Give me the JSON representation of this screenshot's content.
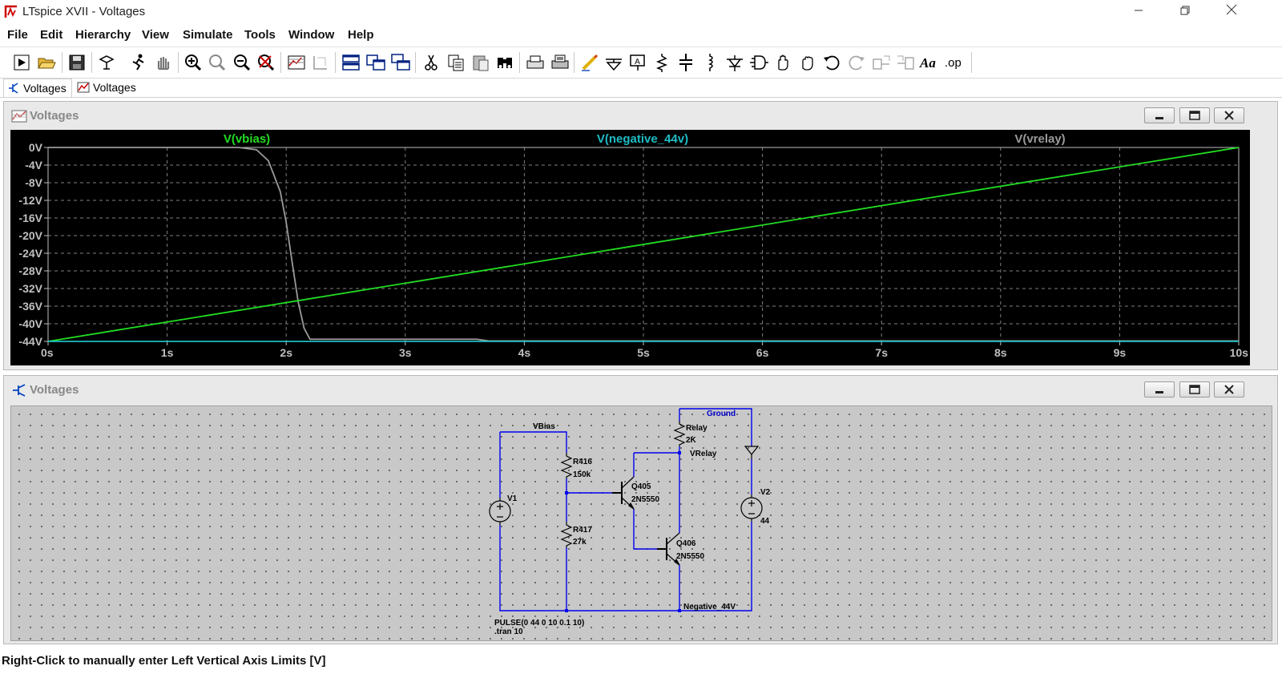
{
  "window": {
    "title": "LTspice XVII - Voltages"
  },
  "menu": [
    "File",
    "Edit",
    "Hierarchy",
    "View",
    "Simulate",
    "Tools",
    "Window",
    "Help"
  ],
  "toolbar_icons": [
    "run-icon",
    "open-icon",
    "save-icon",
    "control-panel-icon",
    "run-sim-icon",
    "pan-icon",
    "zoom-in-icon",
    "zoom-area-icon",
    "zoom-out-icon",
    "zoom-fit-icon",
    "autorange-icon",
    "grid-icon",
    "tile-horizontal-icon",
    "tile-vertical-icon",
    "cascade-icon",
    "cut-icon",
    "copy-icon",
    "paste-icon",
    "find-icon",
    "print-setup-icon",
    "print-icon",
    "draw-wire-icon",
    "ground-icon",
    "label-icon",
    "resistor-icon",
    "capacitor-icon",
    "inductor-icon",
    "diode-icon",
    "component-icon",
    "move-icon",
    "drag-icon",
    "undo-icon",
    "redo-icon",
    "rotate-icon",
    "mirror-icon",
    "text-icon",
    "spice-directive-icon"
  ],
  "doc_tabs": [
    {
      "label": "Voltages",
      "icon": "schematic-icon",
      "active": true
    },
    {
      "label": "Voltages",
      "icon": "waveform-icon",
      "active": false
    }
  ],
  "plot_pane": {
    "title": "Voltages",
    "chart_data": {
      "type": "line",
      "xlabel": "",
      "ylabel": "",
      "xlim": [
        0,
        10
      ],
      "ylim": [
        -44,
        0
      ],
      "x_ticks": [
        "0s",
        "1s",
        "2s",
        "3s",
        "4s",
        "5s",
        "6s",
        "7s",
        "8s",
        "9s",
        "10s"
      ],
      "y_ticks": [
        "0V",
        "-4V",
        "-8V",
        "-12V",
        "-16V",
        "-20V",
        "-24V",
        "-28V",
        "-32V",
        "-36V",
        "-40V",
        "-44V"
      ],
      "grid": true,
      "background": "#000000",
      "series": [
        {
          "name": "V(vbias)",
          "color": "#22dd22",
          "x": [
            0,
            10
          ],
          "y": [
            -44,
            0
          ]
        },
        {
          "name": "V(negative_44v)",
          "color": "#1fbcc4",
          "x": [
            0,
            10
          ],
          "y": [
            -44,
            -44
          ]
        },
        {
          "name": "V(vrelay)",
          "color": "#9a9a9a",
          "x": [
            0,
            1.6,
            1.75,
            1.85,
            1.95,
            2.0,
            2.05,
            2.1,
            2.15,
            2.2,
            3.6,
            3.7,
            10
          ],
          "y": [
            0,
            0,
            -0.5,
            -3,
            -10,
            -17,
            -26,
            -35,
            -41,
            -43.5,
            -43.5,
            -43.9,
            -43.9
          ]
        }
      ]
    }
  },
  "schematic_pane": {
    "title": "Voltages",
    "labels": {
      "vbias": "VBias",
      "ground": "Ground",
      "relay_name": "Relay",
      "relay_value": "2K",
      "vrelay": "VRelay",
      "r416_name": "R416",
      "r416_value": "150k",
      "q405_name": "Q405",
      "q405_model": "2N5550",
      "v1_name": "V1",
      "r417_name": "R417",
      "r417_value": "27k",
      "q406_name": "Q406",
      "q406_model": "2N5550",
      "v2_name": "V2",
      "v2_value": "44",
      "negative": "Negative_44V",
      "pulse": "PULSE(0 44 0 10 0.1 10)",
      "tran": ".tran 10"
    },
    "colors": {
      "wire": "#0000ee",
      "component": "#000000",
      "background": "#c8c8c8"
    }
  },
  "status": {
    "text": "Right-Click to manually enter Left Vertical Axis Limits [V]"
  }
}
